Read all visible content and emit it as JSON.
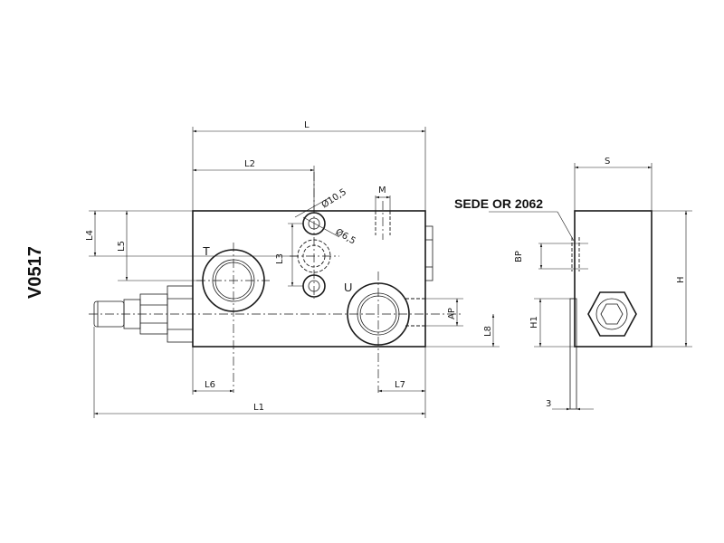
{
  "drawing": {
    "model_code": "V0517",
    "seat_note": "SEDE OR 2062",
    "ports": {
      "tank": "T",
      "user": "U"
    },
    "dimensions": {
      "L": "L",
      "L1": "L1",
      "L2": "L2",
      "L3": "L3",
      "L4": "L4",
      "L5": "L5",
      "L6": "L6",
      "L7": "L7",
      "L8": "L8",
      "M": "M",
      "AP": "AP",
      "S": "S",
      "H": "H",
      "H1": "H1",
      "BP": "BP",
      "three": "3",
      "dia_large": "Ø10,5",
      "dia_small": "Ø6,5"
    }
  }
}
